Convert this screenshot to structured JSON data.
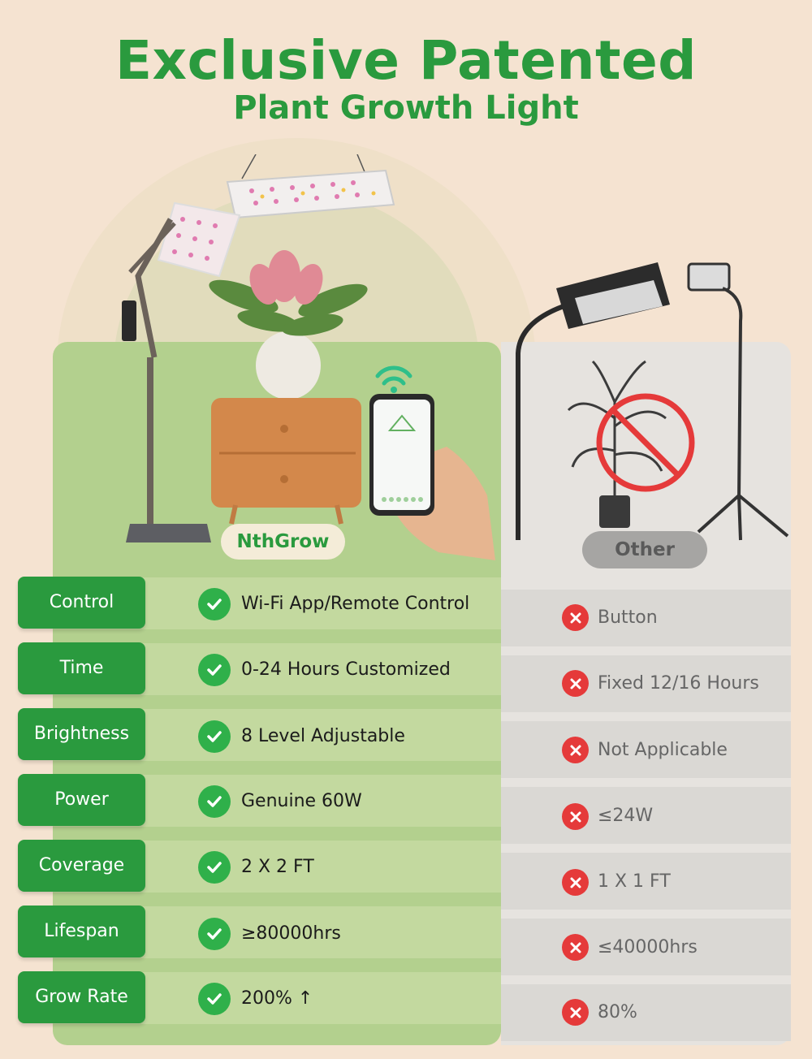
{
  "header": {
    "title": "Exclusive Patented",
    "subtitle": "Plant Growth Light"
  },
  "brands": {
    "left": "NthGrow",
    "right": "Other"
  },
  "colors": {
    "accent_green": "#2a9a3e",
    "check_green": "#2fb04a",
    "cross_red": "#e53a3a",
    "background": "#f5e3d1"
  },
  "features": [
    {
      "label": "Control",
      "ours": "Wi-Fi App/Remote Control",
      "other": "Button"
    },
    {
      "label": "Time",
      "ours": "0-24 Hours Customized",
      "other": "Fixed 12/16 Hours"
    },
    {
      "label": "Brightness",
      "ours": "8 Level Adjustable",
      "other": "Not Applicable"
    },
    {
      "label": "Power",
      "ours": "Genuine 60W",
      "other": "≤24W"
    },
    {
      "label": "Coverage",
      "ours": "2 X 2 FT",
      "other": "1 X 1 FT"
    },
    {
      "label": "Lifespan",
      "ours": "≥80000hrs",
      "other": "≤40000hrs"
    },
    {
      "label": "Grow Rate",
      "ours": "200% ↑",
      "other": "80%"
    }
  ]
}
